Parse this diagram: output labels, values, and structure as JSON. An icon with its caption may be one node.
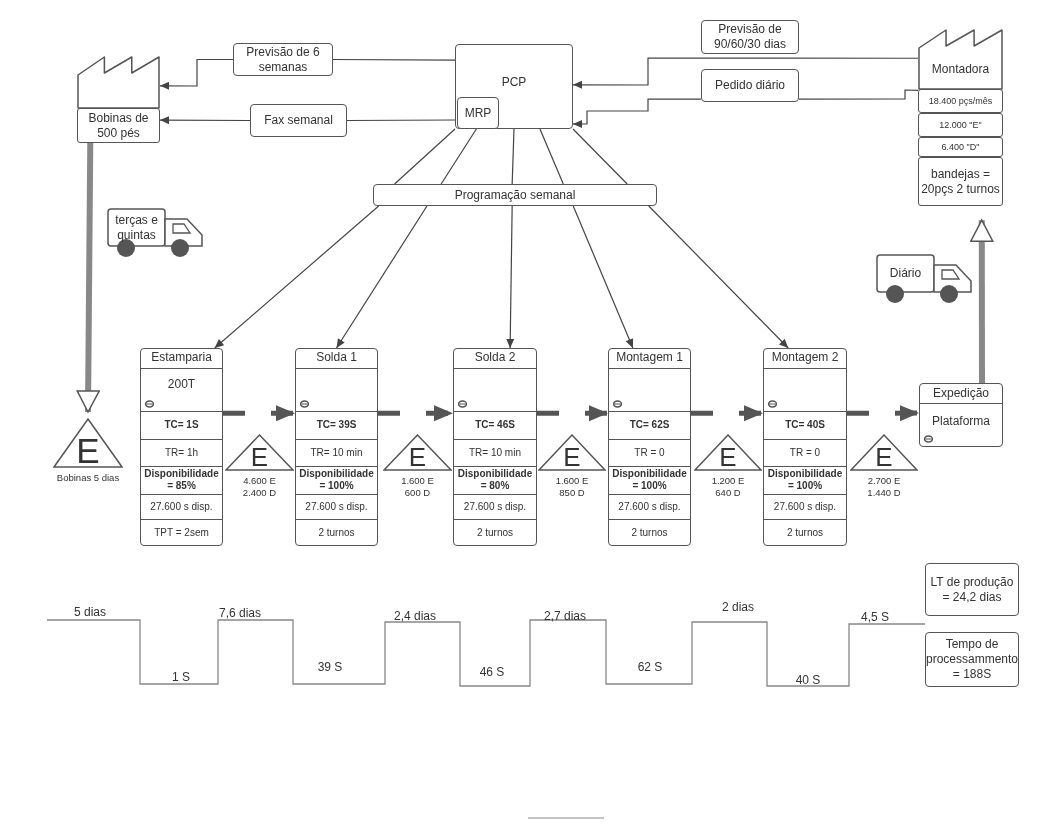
{
  "diagram": {
    "nodes": [
      {
        "text": [
          "Bobinas de 500 pés"
        ]
      },
      {
        "text": [
          "Previsão de 6 semanas"
        ]
      },
      {
        "text": [
          "Fax semanal"
        ]
      },
      {
        "text": [
          "PCP"
        ]
      },
      {
        "text": [
          "MRP"
        ],
        "in": 3
      },
      {
        "text": [
          "Previsão de 90/60/30 dias"
        ]
      },
      {
        "text": [
          "Pedido diário"
        ]
      },
      {
        "text": [
          "Montadora",
          "18.400 pçs/mês",
          "12.000 \"E\"",
          "6.400 \"D\"",
          "bandejas = 20pçs 2 turnos"
        ]
      },
      {
        "text": [
          "Programação semanal"
        ]
      },
      {
        "text": [
          "terças e quintas"
        ]
      },
      {
        "text": [
          "Diário"
        ]
      },
      {
        "text": [
          "E"
        ],
        "beside": [
          "Bobinas 5 dias"
        ]
      },
      {
        "text": [
          "Estamparia",
          "200T",
          "TC= 1S",
          "TR= 1h",
          "Disponibilidade = 85%",
          "27.600 s disp.",
          "TPT = 2sem"
        ]
      },
      {
        "text": [
          "E"
        ],
        "beside": [
          "4.600 E 2.400 D"
        ]
      },
      {
        "text": [
          "Solda 1",
          "TC= 39S",
          "TR= 10 min",
          "Disponibilidade = 100%",
          "27.600 s disp.",
          "2 turnos"
        ]
      },
      {
        "text": [
          "E"
        ],
        "beside": [
          "1.600 E 600 D"
        ]
      },
      {
        "text": [
          "Solda 2",
          "TC= 46S",
          "TR= 10 min",
          "Disponibilidade = 80%",
          "27.600 s disp.",
          "2 turnos"
        ]
      },
      {
        "text": [
          "E"
        ],
        "beside": [
          "1.600 E 850 D"
        ]
      },
      {
        "text": [
          "Montagem 1",
          "TC= 62S",
          "TR = 0",
          "Disponibilidade = 100%",
          "27.600 s disp.",
          "2 turnos"
        ]
      },
      {
        "text": [
          "E"
        ],
        "beside": [
          "1.200 E 640 D"
        ]
      },
      {
        "text": [
          "Montagem 2",
          "TC= 40S",
          "TR = 0",
          "Disponibilidade = 100%",
          "27.600 s disp.",
          "2 turnos"
        ]
      },
      {
        "text": [
          "E"
        ],
        "beside": [
          "2.700 E 1.440 D"
        ]
      },
      {
        "text": [
          "Expedição",
          "Plataforma"
        ]
      },
      {
        "text": [
          "LT de produção = 24,2 dias"
        ]
      },
      {
        "text": [
          "Tempo de processammento = 188S"
        ]
      }
    ],
    "edges": [
      {
        "from": 3,
        "to": 1,
        "arrow": "none"
      },
      {
        "from": 1,
        "to": 0,
        "arrow": "to"
      },
      {
        "from": 4,
        "to": 2,
        "arrow": "none"
      },
      {
        "from": 2,
        "to": 0,
        "arrow": "to"
      },
      {
        "from": 7,
        "to": 3,
        "arrow": "to"
      },
      {
        "from": 7,
        "to": 6,
        "arrow": "none"
      },
      {
        "from": 6,
        "to": 3,
        "arrow": "to"
      },
      {
        "from": 3,
        "to": 8,
        "arrow": "none"
      },
      {
        "from": 4,
        "to": 8,
        "arrow": "none"
      },
      {
        "from": 3,
        "to": 8,
        "arrow": "none"
      },
      {
        "from": 3,
        "to": 8,
        "arrow": "none"
      },
      {
        "from": 3,
        "to": 8,
        "arrow": "none"
      },
      {
        "from": 8,
        "to": 12,
        "arrow": "to"
      },
      {
        "from": 8,
        "to": 14,
        "arrow": "to"
      },
      {
        "from": 8,
        "to": 16,
        "arrow": "to"
      },
      {
        "from": 8,
        "to": 18,
        "arrow": "to"
      },
      {
        "from": 8,
        "to": 20,
        "arrow": "to"
      },
      {
        "from": 12,
        "to": 14,
        "arrow": "to",
        "style": "dashed"
      },
      {
        "from": 14,
        "to": 16,
        "arrow": "to",
        "style": "dashed"
      },
      {
        "from": 16,
        "to": 18,
        "arrow": "to",
        "style": "dashed"
      },
      {
        "from": 18,
        "to": 20,
        "arrow": "to",
        "style": "dashed"
      },
      {
        "from": 20,
        "to": 22,
        "arrow": "to",
        "style": "dashed"
      },
      {
        "from": 0,
        "to": 11,
        "arrow": "to",
        "style": "thick"
      },
      {
        "from": 22,
        "to": 7,
        "arrow": "to",
        "style": "thick"
      }
    ],
    "labels": [
      "5 dias",
      "1 S",
      "7,6 dias",
      "39 S",
      "2,4 dias",
      "46 S",
      "2,7 dias",
      "62 S",
      "2 dias",
      "40 S",
      "4,5 S"
    ]
  }
}
